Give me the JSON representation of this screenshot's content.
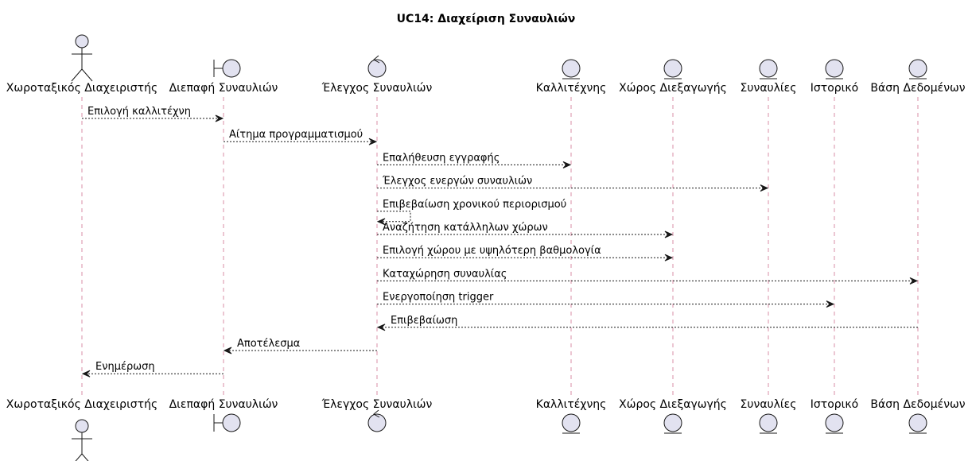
{
  "diagram": {
    "title": "UC14: Διαχείριση Συναυλιών",
    "participants": [
      {
        "id": "actor",
        "label": "Χωροταξικός Διαχειριστής",
        "kind": "actor"
      },
      {
        "id": "ui",
        "label": "Διεπαφή Συναυλιών",
        "kind": "boundary"
      },
      {
        "id": "ctrl",
        "label": "Έλεγχος Συναυλιών",
        "kind": "control"
      },
      {
        "id": "artist",
        "label": "Καλλιτέχνης",
        "kind": "entity"
      },
      {
        "id": "venue",
        "label": "Χώρος Διεξαγωγής",
        "kind": "entity"
      },
      {
        "id": "concerts",
        "label": "Συναυλίες",
        "kind": "entity"
      },
      {
        "id": "history",
        "label": "Ιστορικό",
        "kind": "entity"
      },
      {
        "id": "db",
        "label": "Βάση Δεδομένων",
        "kind": "entity"
      }
    ],
    "messages": [
      {
        "from": "actor",
        "to": "ui",
        "label": "Επιλογή καλλιτέχνη"
      },
      {
        "from": "ui",
        "to": "ctrl",
        "label": "Αίτημα προγραμματισμού"
      },
      {
        "from": "ctrl",
        "to": "artist",
        "label": "Επαλήθευση εγγραφής"
      },
      {
        "from": "ctrl",
        "to": "concerts",
        "label": "Έλεγχος ενεργών συναυλιών"
      },
      {
        "from": "ctrl",
        "to": "ctrl",
        "label": "Επιβεβαίωση χρονικού περιορισμού"
      },
      {
        "from": "ctrl",
        "to": "venue",
        "label": "Αναζήτηση κατάλληλων χώρων"
      },
      {
        "from": "ctrl",
        "to": "venue",
        "label": "Επιλογή χώρου με υψηλότερη βαθμολογία"
      },
      {
        "from": "ctrl",
        "to": "db",
        "label": "Καταχώρηση συναυλίας"
      },
      {
        "from": "ctrl",
        "to": "history",
        "label": "Ενεργοποίηση trigger"
      },
      {
        "from": "db",
        "to": "ctrl",
        "label": "Επιβεβαίωση"
      },
      {
        "from": "ctrl",
        "to": "ui",
        "label": "Αποτέλεσμα"
      },
      {
        "from": "ui",
        "to": "actor",
        "label": "Ενημέρωση"
      }
    ]
  }
}
